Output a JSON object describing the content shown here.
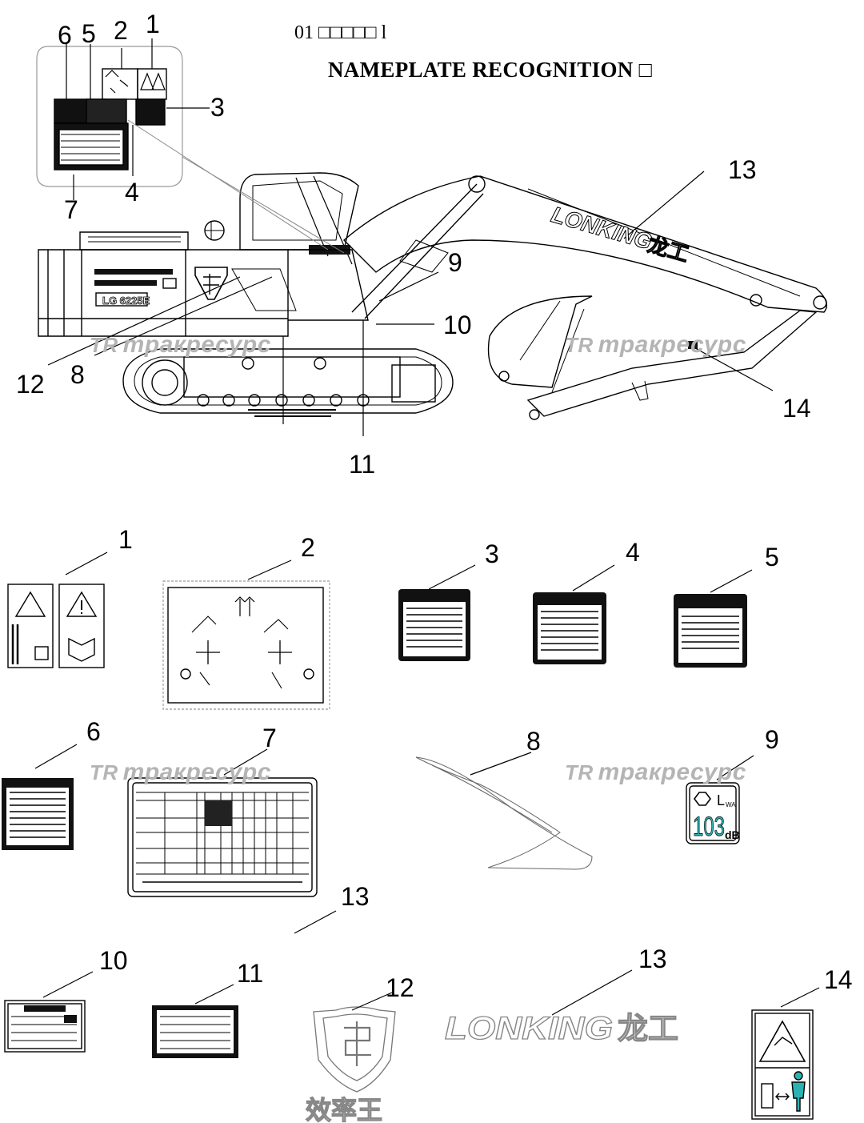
{
  "header": {
    "line1": "01 □□□□□ l",
    "line2": "NAMEPLATE RECOGNITION □"
  },
  "watermark": {
    "logo": "TR",
    "text": "тракресурс"
  },
  "brand": {
    "name": "LONKING",
    "cn": "龙工",
    "emblem_cn": "效率王"
  },
  "machine": {
    "model_plate": "LG 6225E"
  },
  "decals": {
    "noise_value": "103",
    "noise_unit": "dB",
    "noise_label": "L",
    "noise_sub": "WA"
  },
  "callouts": {
    "c1": "1",
    "c2": "2",
    "c3": "3",
    "c4": "4",
    "c5": "5",
    "c6": "6",
    "c7": "7",
    "c8": "8",
    "c9": "9",
    "c10": "10",
    "c11": "11",
    "c12": "12",
    "c13": "13",
    "c14": "14"
  },
  "colors": {
    "line": "#000000",
    "watermark": "#b4b4b4",
    "accent_teal": "#2bb3b3"
  }
}
